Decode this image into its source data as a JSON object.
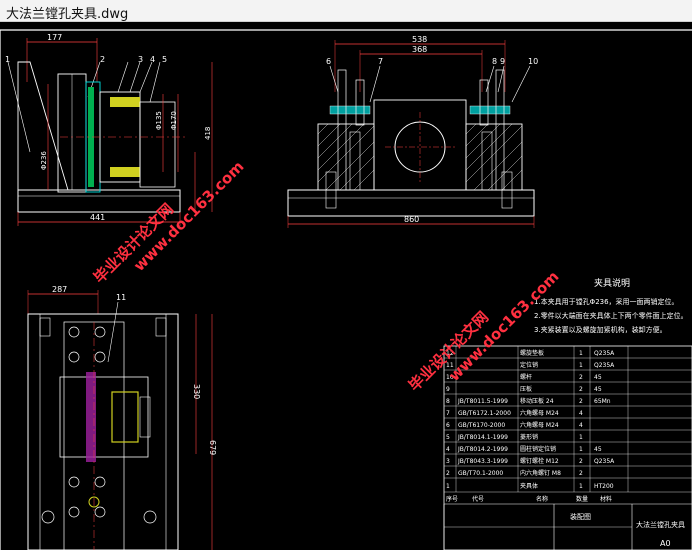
{
  "window": {
    "title": "大法兰镗孔夹具.dwg"
  },
  "front_view": {
    "dims": {
      "top": "177",
      "bottom": "441",
      "right": "418",
      "dia_large": "Φ236",
      "dia_mid": "Φ170",
      "dia_small": "Φ135"
    },
    "callouts": [
      "1",
      "2",
      "3",
      "4",
      "5"
    ]
  },
  "side_view": {
    "dims": {
      "top_outer": "538",
      "top_inner": "368",
      "bottom": "860"
    },
    "callouts": [
      "6",
      "7",
      "8",
      "9",
      "10"
    ]
  },
  "plan_view": {
    "dims": {
      "top": "287",
      "right_inner": "330",
      "right_outer": "679"
    },
    "callouts": [
      "11"
    ]
  },
  "notes": {
    "title": "夹具说明",
    "line1": "1.本夹具用于镗孔Φ236，采用一面两销定位。",
    "line2": "2.零件以大端面在夹具体上下两个零件面上定位。",
    "line3": "3.夹紧装置以及螺旋加紧机构，装卸方便。"
  },
  "watermarks": [
    "毕业设计论文网",
    "www.doc163.com"
  ],
  "bom": [
    {
      "no": "12",
      "code": "",
      "name": "螺旋垫板",
      "qty": "1",
      "mat": "Q235A"
    },
    {
      "no": "11",
      "code": "",
      "name": "定位销",
      "qty": "1",
      "mat": "Q235A"
    },
    {
      "no": "10",
      "code": "",
      "name": "螺杆",
      "qty": "2",
      "mat": "45"
    },
    {
      "no": "9",
      "code": "",
      "name": "压板",
      "qty": "2",
      "mat": "45"
    },
    {
      "no": "8",
      "code": "JB/T8011.5-1999",
      "name": "移动压板 24",
      "qty": "2",
      "mat": "65Mn"
    },
    {
      "no": "7",
      "code": "GB/T6172.1-2000",
      "name": "六角螺母 M24",
      "qty": "4",
      "mat": ""
    },
    {
      "no": "6",
      "code": "GB/T6170-2000",
      "name": "六角螺母 M24",
      "qty": "4",
      "mat": ""
    },
    {
      "no": "5",
      "code": "JB/T8014.1-1999",
      "name": "菱形销",
      "qty": "1",
      "mat": ""
    },
    {
      "no": "4",
      "code": "JB/T8014.2-1999",
      "name": "圆柱销定位销",
      "qty": "1",
      "mat": "45"
    },
    {
      "no": "3",
      "code": "JB/T8043.3-1999",
      "name": "螺钉螺栓 M12",
      "qty": "2",
      "mat": "Q235A"
    },
    {
      "no": "2",
      "code": "GB/T70.1-2000",
      "name": "内六角螺钉 M8",
      "qty": "2",
      "mat": ""
    },
    {
      "no": "1",
      "code": "",
      "name": "夹具体",
      "qty": "1",
      "mat": "HT200"
    }
  ],
  "bom_header": {
    "no": "序号",
    "code": "代号",
    "name": "名称",
    "qty": "数量",
    "mat": "材料"
  },
  "title_block": {
    "drawing_name": "大法兰镗孔夹具",
    "label": "装配图",
    "scale": "A0"
  }
}
